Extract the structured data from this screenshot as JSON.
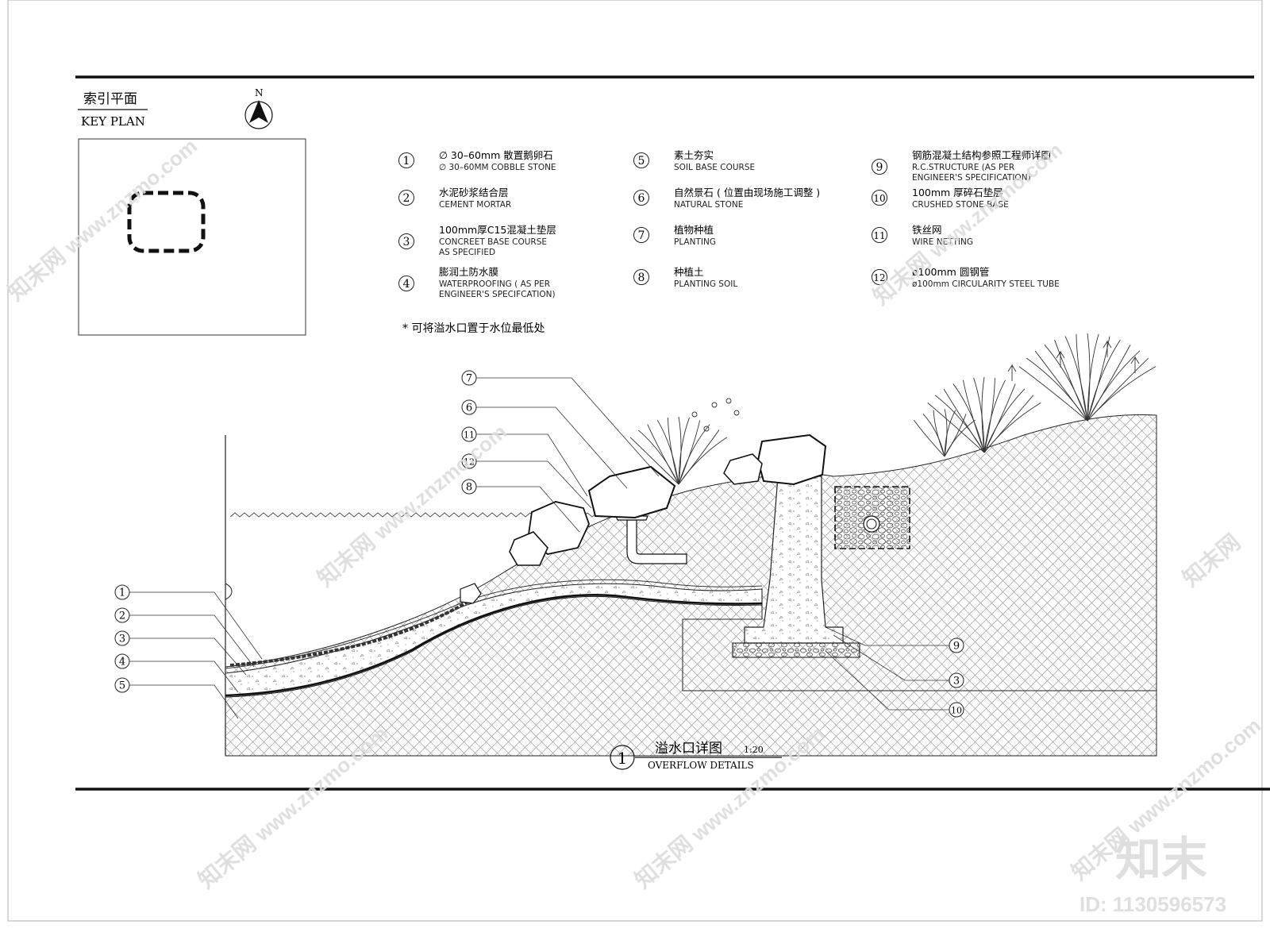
{
  "key_plan": {
    "title_cn": "索引平面",
    "title_en": "KEY PLAN",
    "north_label": "N"
  },
  "legend": [
    {
      "num": "1",
      "cn": "∅ 30–60mm 散置鹅卵石",
      "en": [
        "∅ 30–60MM COBBLE STONE"
      ]
    },
    {
      "num": "2",
      "cn": "水泥砂浆结合层",
      "en": [
        "CEMENT MORTAR"
      ]
    },
    {
      "num": "3",
      "cn": "100mm厚C15混凝土垫层",
      "en": [
        "CONCREET BASE COURSE",
        "AS SPECIFIED"
      ]
    },
    {
      "num": "4",
      "cn": "膨润土防水膜",
      "en": [
        "WATERPROOFING ( AS PER",
        "ENGINEER'S SPECIFCATION)"
      ]
    },
    {
      "num": "5",
      "cn": "素土夯实",
      "en": [
        "SOIL BASE COURSE"
      ]
    },
    {
      "num": "6",
      "cn": "自然景石 ( 位置由现场施工调整 )",
      "en": [
        "NATURAL STONE"
      ]
    },
    {
      "num": "7",
      "cn": "植物种植",
      "en": [
        "PLANTING"
      ]
    },
    {
      "num": "8",
      "cn": "种植土",
      "en": [
        "PLANTING SOIL"
      ]
    },
    {
      "num": "9",
      "cn": "钢筋混凝土结构参照工程师详图",
      "en": [
        "R.C.STRUCTURE (AS PER",
        "ENGINEER'S SPECIFICATION)"
      ]
    },
    {
      "num": "10",
      "cn": "100mm 厚碎石垫层",
      "en": [
        "CRUSHED STONE BASE"
      ]
    },
    {
      "num": "11",
      "cn": "铁丝网",
      "en": [
        "WIRE NETTING"
      ]
    },
    {
      "num": "12",
      "cn": "ø100mm 圆钢管",
      "en": [
        "ø100mm CIRCULARITY STEEL TUBE"
      ]
    }
  ],
  "note": "*  可将溢水口置于水位最低处",
  "section_title": {
    "num": "1",
    "cn": "溢水口详图",
    "scale": "1:20",
    "en": "OVERFLOW DETAILS"
  },
  "callouts_left": [
    "1",
    "2",
    "3",
    "4",
    "5"
  ],
  "callouts_top": [
    "7",
    "6",
    "11",
    "12",
    "8"
  ],
  "callouts_right": [
    "9",
    "3",
    "10"
  ],
  "watermark": {
    "url": "www.znzmo.com",
    "brand_cn": "知末网",
    "logo": "知末",
    "id": "ID: 1130596573"
  }
}
